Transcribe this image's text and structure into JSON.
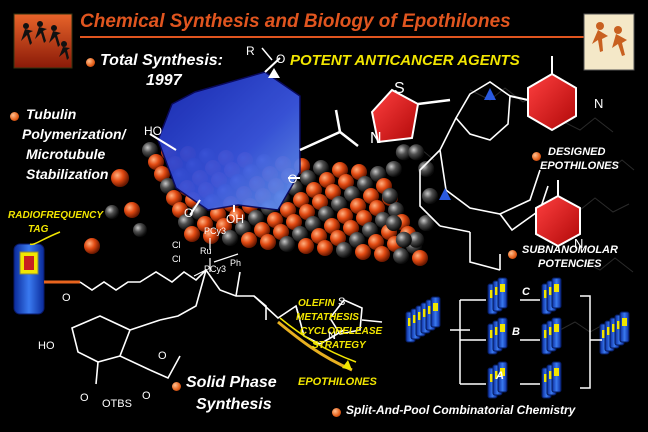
{
  "title": "Chemical Synthesis and Biology of Epothilones",
  "labels": {
    "total_synthesis_line1": "Total Synthesis:",
    "total_synthesis_line2": "1997",
    "potent": "POTENT ANTICANCER AGENTS",
    "tubulin_line1": "Tubulin",
    "tubulin_line2": "Polymerization/",
    "tubulin_line3": "Microtubule",
    "tubulin_line4": "Stabilization",
    "radiofrequency_line1": "RADIOFREQUENCY",
    "radiofrequency_line2": "TAG",
    "designed_line1": "DESIGNED",
    "designed_line2": "EPOTHILONES",
    "subnanomolar_line1": "SUBNANOMOLAR",
    "subnanomolar_line2": "POTENCIES",
    "olefin_line1": "OLEFIN",
    "olefin_line2": "METATHESIS",
    "olefin_line3": "CYCLORELEASE",
    "olefin_line4": "STRATEGY",
    "epothilones": "EPOTHILONES",
    "solid_phase_line1": "Solid Phase",
    "solid_phase_line2": "Synthesis",
    "split_pool": "Split-And-Pool Combinatorial Chemistry"
  },
  "chem": {
    "R": "R",
    "O": "O",
    "S": "S",
    "N": "N",
    "HO": "HO",
    "OH": "OH",
    "OTBS": "OTBS",
    "Cl": "Cl",
    "Ru": "Ru",
    "PCy3": "PCy3",
    "Ph": "Ph"
  },
  "combi": {
    "A": "A",
    "B": "B",
    "C": "C"
  },
  "colors": {
    "title": "#e0551f",
    "yellow": "#f2e600",
    "macrocycle_blue": "#2a3cc8",
    "thiazole_red": "#e01818",
    "sphere_orange": "#e24a12"
  }
}
